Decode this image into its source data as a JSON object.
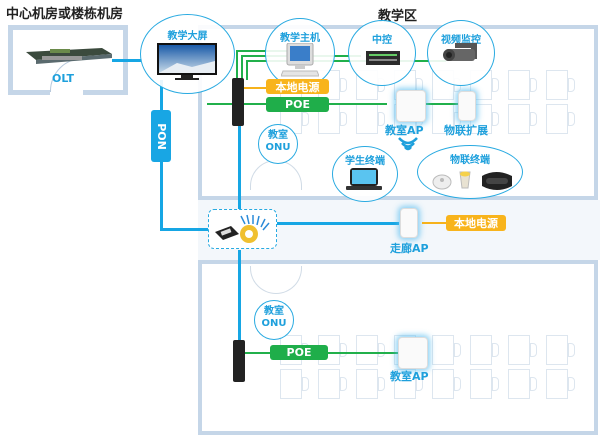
{
  "titles": {
    "server_room": "中心机房或楼栋机房",
    "teaching_zone": "教学区"
  },
  "devices": {
    "olt": "OLT",
    "teaching_screen": "教学大屏",
    "teaching_host": "教学主机",
    "central_control": "中控",
    "video_surveillance": "视频监控",
    "classroom_ap_top": "教室AP",
    "iot_expansion": "物联扩展",
    "student_terminal": "学生终端",
    "iot_terminal": "物联终端",
    "classroom_onu_top_line1": "教室",
    "classroom_onu_top_line2": "ONU",
    "corridor_ap": "走廊AP",
    "classroom_onu_bottom_line1": "教室",
    "classroom_onu_bottom_line2": "ONU",
    "classroom_ap_bottom": "教室AP"
  },
  "tags": {
    "pon": "PON",
    "local_power_top": "本地电源",
    "poe_top": "POE",
    "local_power_corridor": "本地电源",
    "poe_bottom": "POE"
  },
  "colors": {
    "pon_line": "#16a6e4",
    "poe_line": "#21b04b",
    "power_line": "#f6b21b",
    "label_text": "#1ea0dc",
    "wall": "#c5d6e8"
  }
}
